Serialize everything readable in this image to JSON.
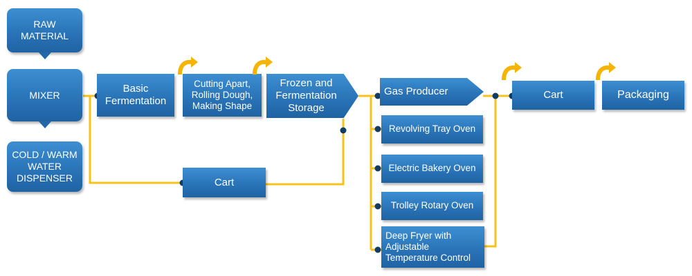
{
  "colors": {
    "box_fill": "#2a74b8",
    "connector": "#f7c21b",
    "dot": "#0f3d66",
    "accent_arrow": "#f5b400"
  },
  "nodes": {
    "raw_material": "RAW\nMATERIAL",
    "mixer": "MIXER",
    "water_dispenser": "COLD / WARM\nWATER\nDISPENSER",
    "basic_fermentation": "Basic\nFermentation",
    "cutting_apart": "Cutting Apart,\nRolling Dough,\nMaking Shape",
    "frozen_storage": "Frozen and\nFermentation\nStorage",
    "cart_lower": "Cart",
    "gas_producer": "Gas Producer",
    "revolving_tray_oven": "Revolving Tray Oven",
    "electric_bakery_oven": "Electric Bakery Oven",
    "trolley_rotary_oven": "Trolley Rotary Oven",
    "deep_fryer": "Deep Fryer with\nAdjustable\nTemperature Control",
    "cart_right": "Cart",
    "packaging": "Packaging"
  },
  "icons": {
    "curl": "curved-arrow-icon"
  }
}
